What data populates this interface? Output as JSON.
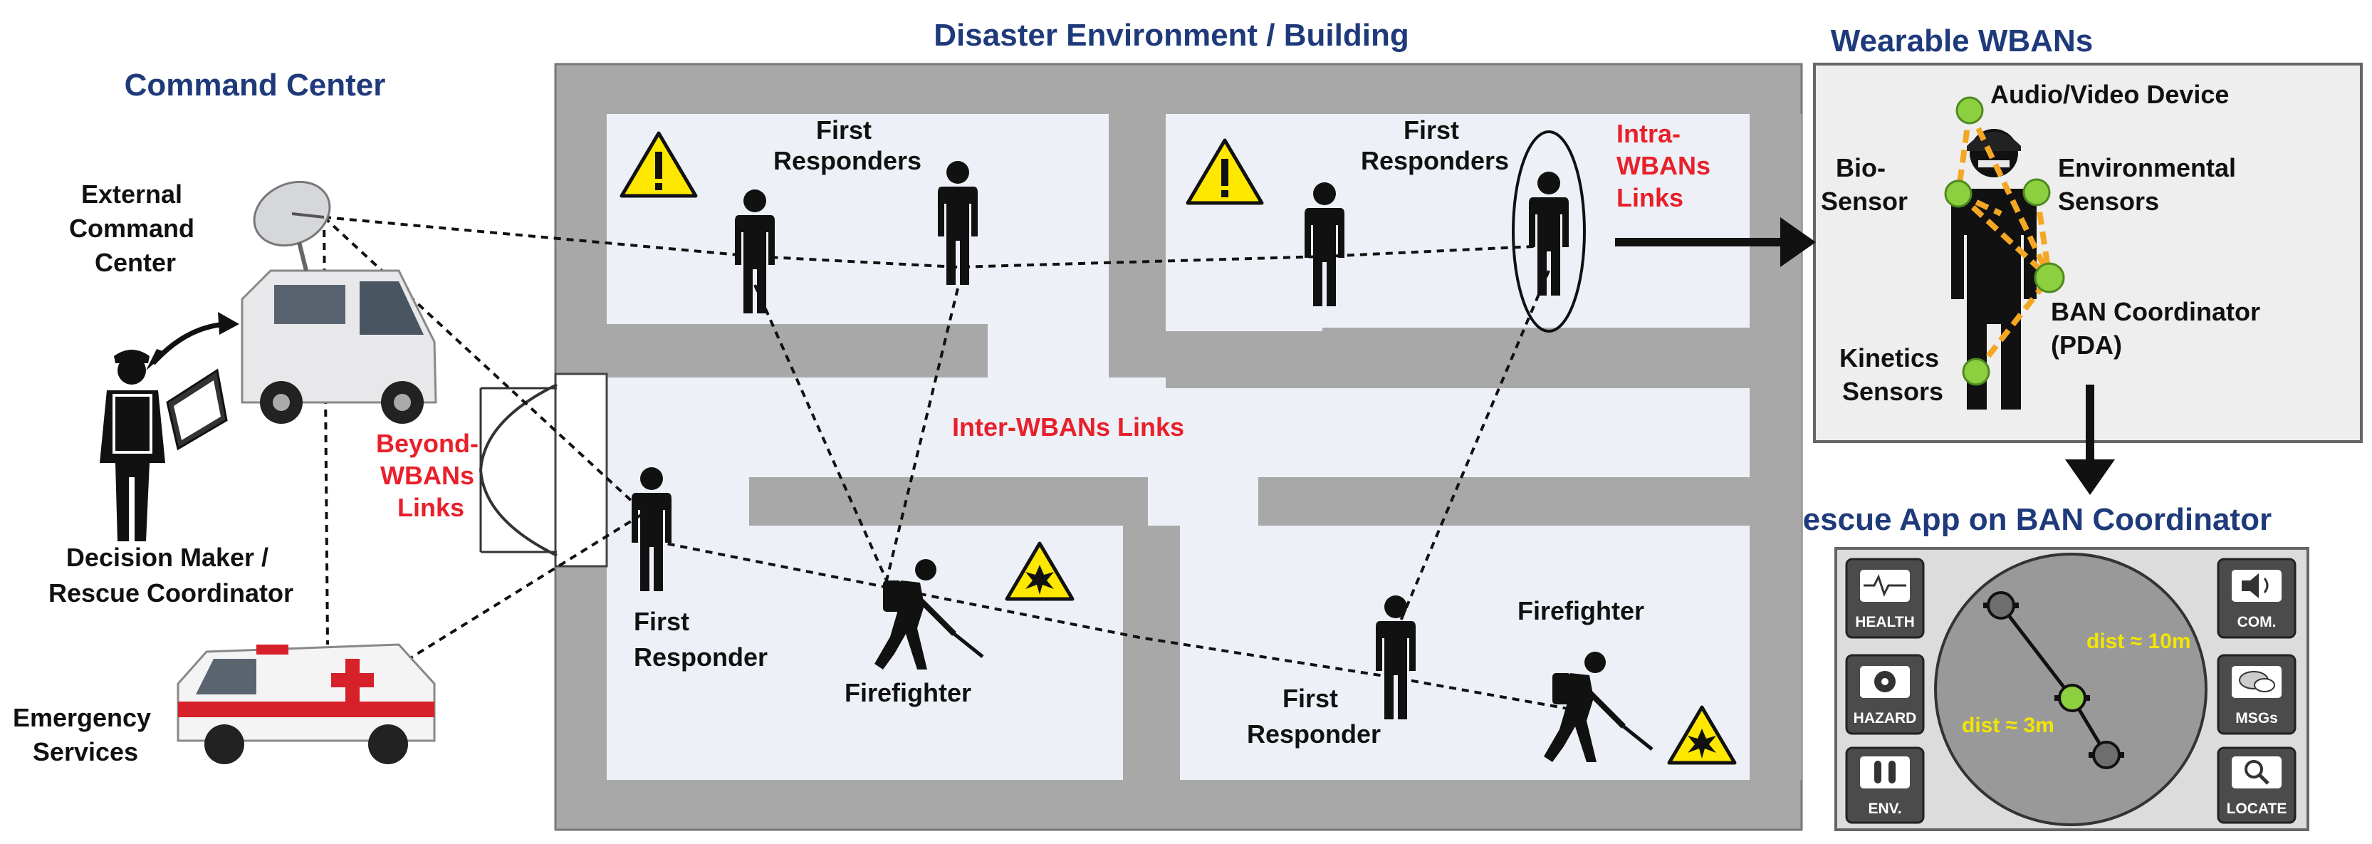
{
  "headings": {
    "command_center": "Command Center",
    "disaster_environment": "Disaster Environment / Building",
    "wearable_wbans": "Wearable WBANs",
    "rescue_app": "Rescue App on BAN Coordinator"
  },
  "labels": {
    "external_command": [
      "External",
      "Command",
      "Center"
    ],
    "decision_maker": [
      "Decision Maker /",
      "Rescue Coordinator"
    ],
    "emergency_services": [
      "Emergency",
      "Services"
    ],
    "first_responders_a": [
      "First",
      "Responders"
    ],
    "first_responders_b": [
      "First",
      "Responders"
    ],
    "first_responder_a": [
      "First",
      "Responder"
    ],
    "first_responder_b": [
      "First",
      "Responder"
    ],
    "firefighter_a": "Firefighter",
    "firefighter_b": "Firefighter",
    "beyond_links": [
      "Beyond-",
      "WBANs",
      "Links"
    ],
    "inter_links": "Inter-WBANs Links",
    "intra_links": [
      "Intra-",
      "WBANs",
      "Links"
    ],
    "audio_video": "Audio/Video Device",
    "bio_sensor": [
      "Bio-",
      "Sensor"
    ],
    "environmental_sensors": [
      "Environmental",
      "Sensors"
    ],
    "ban_coordinator": [
      "BAN Coordinator",
      "(PDA)"
    ],
    "kinetics_sensors": [
      "Kinetics",
      "Sensors"
    ]
  },
  "app": {
    "left_buttons": [
      "HEALTH",
      "HAZARD",
      "ENV."
    ],
    "right_buttons": [
      "COM.",
      "MSGs",
      "LOCATE"
    ],
    "dist_1": "dist ≈ 10m",
    "dist_2": "dist ≈ 3m"
  },
  "colors": {
    "heading": "#1f3a7a",
    "red_text": "#e8202a",
    "sensor_node": "#8ccf3f",
    "sensor_link": "#f5a623",
    "warning_yellow": "#ffe800"
  }
}
